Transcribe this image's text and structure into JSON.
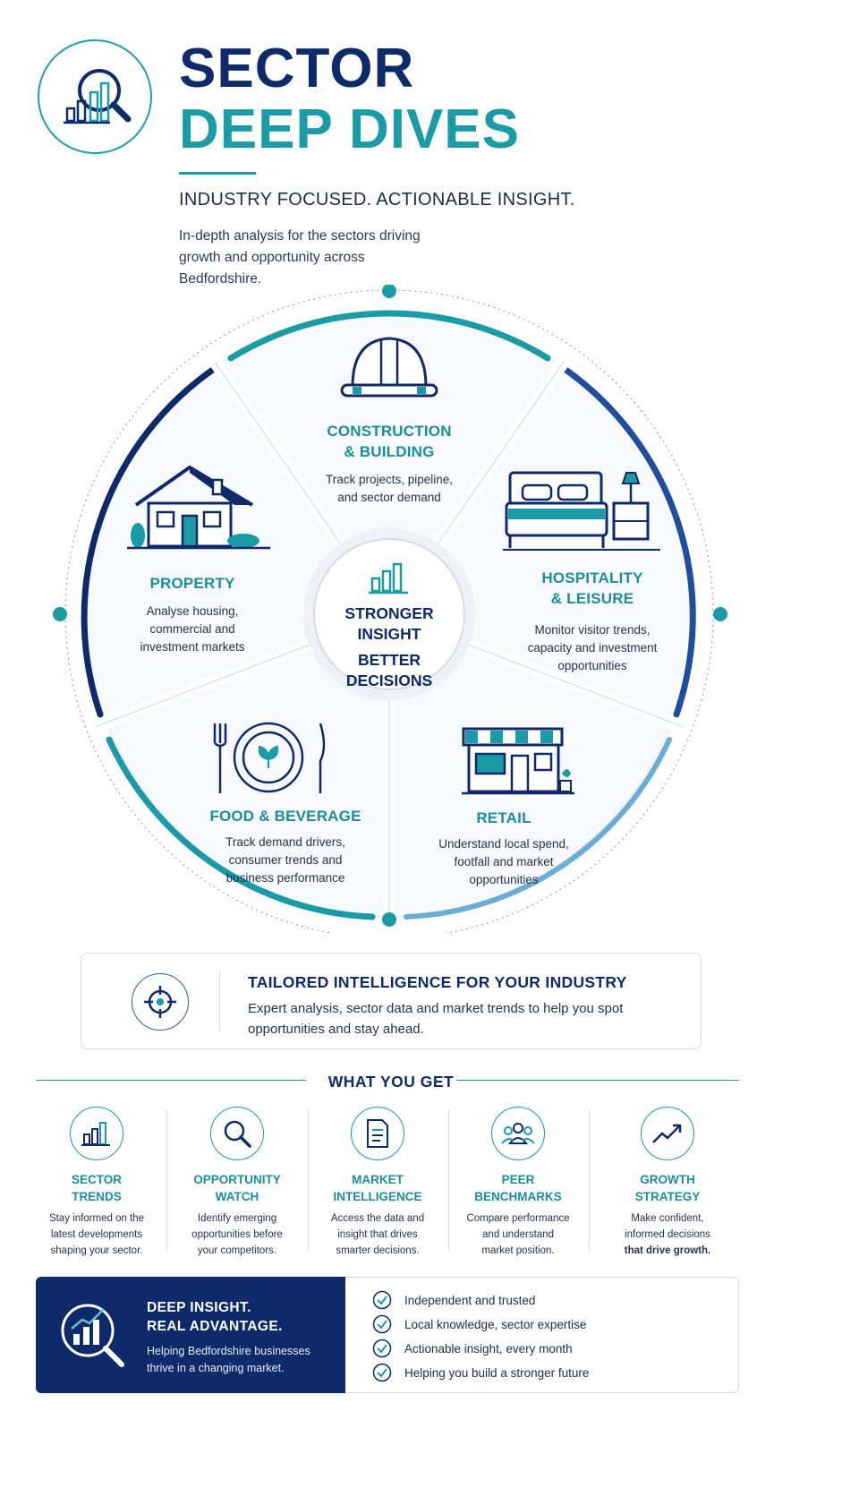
{
  "header": {
    "title_line1": "SECTOR",
    "title_line2": "DEEP DIVES",
    "tagline": "INDUSTRY FOCUSED. ACTIONABLE INSIGHT.",
    "intro": "In-depth analysis for the sectors driving growth and opportunity across Bedfordshire."
  },
  "colors": {
    "navy": "#0f2a6b",
    "teal": "#1a9ba6",
    "text": "#1d2a4a"
  },
  "wheel": {
    "hub": {
      "line1": "STRONGER",
      "line2": "INSIGHT",
      "line3": "BETTER",
      "line4": "DECISIONS",
      "icon": "bar-chart-icon"
    },
    "segments": [
      {
        "id": "construction",
        "title1": "CONSTRUCTION",
        "title2": "& BUILDING",
        "text1": "Track projects, pipeline,",
        "text2": "and sector demand",
        "text3": "",
        "icon": "hard-hat-icon"
      },
      {
        "id": "hospitality",
        "title1": "HOSPITALITY",
        "title2": "& LEISURE",
        "text1": "Monitor visitor trends,",
        "text2": "capacity and investment",
        "text3": "opportunities",
        "icon": "bed-icon"
      },
      {
        "id": "retail",
        "title1": "RETAIL",
        "title2": "",
        "text1": "Understand local spend,",
        "text2": "footfall and market",
        "text3": "opportunities",
        "icon": "shop-icon"
      },
      {
        "id": "food",
        "title1": "FOOD & BEVERAGE",
        "title2": "",
        "text1": "Track demand drivers,",
        "text2": "consumer trends and",
        "text3": "business performance",
        "icon": "plate-icon"
      },
      {
        "id": "property",
        "title1": "PROPERTY",
        "title2": "",
        "text1": "Analyse housing,",
        "text2": "commercial and",
        "text3": "investment markets",
        "icon": "house-icon"
      }
    ]
  },
  "tailored": {
    "title": "TAILORED INTELLIGENCE FOR YOUR INDUSTRY",
    "text": "Expert analysis, sector data and market trends to help you spot opportunities and stay ahead.",
    "icon": "target-icon"
  },
  "what_you_get": {
    "title": "WHAT YOU GET",
    "items": [
      {
        "head1": "SECTOR",
        "head2": "TRENDS",
        "text1": "Stay informed on the",
        "text2": "latest developments",
        "text3": "shaping your sector.",
        "icon": "bar-chart-icon"
      },
      {
        "head1": "OPPORTUNITY",
        "head2": "WATCH",
        "text1": "Identify emerging",
        "text2": "opportunities before",
        "text3": "your competitors.",
        "icon": "magnifier-icon"
      },
      {
        "head1": "MARKET",
        "head2": "INTELLIGENCE",
        "text1": "Access the data and",
        "text2": "insight that drives",
        "text3": "smarter decisions.",
        "icon": "document-icon"
      },
      {
        "head1": "PEER",
        "head2": "BENCHMARKS",
        "text1": "Compare performance",
        "text2": "and understand",
        "text3": "market position.",
        "icon": "people-icon"
      },
      {
        "head1": "GROWTH",
        "head2": "STRATEGY",
        "text1": "Make confident,",
        "text2": "informed decisions",
        "text3": "that drive growth.",
        "icon": "trend-up-icon"
      }
    ]
  },
  "banner": {
    "title1": "DEEP INSIGHT.",
    "title2": "REAL ADVANTAGE.",
    "text": "Helping Bedfordshire businesses thrive in a changing market.",
    "checks": [
      "Independent and trusted",
      "Local knowledge, sector expertise",
      "Actionable insight, every month",
      "Helping you build a stronger future"
    ]
  }
}
